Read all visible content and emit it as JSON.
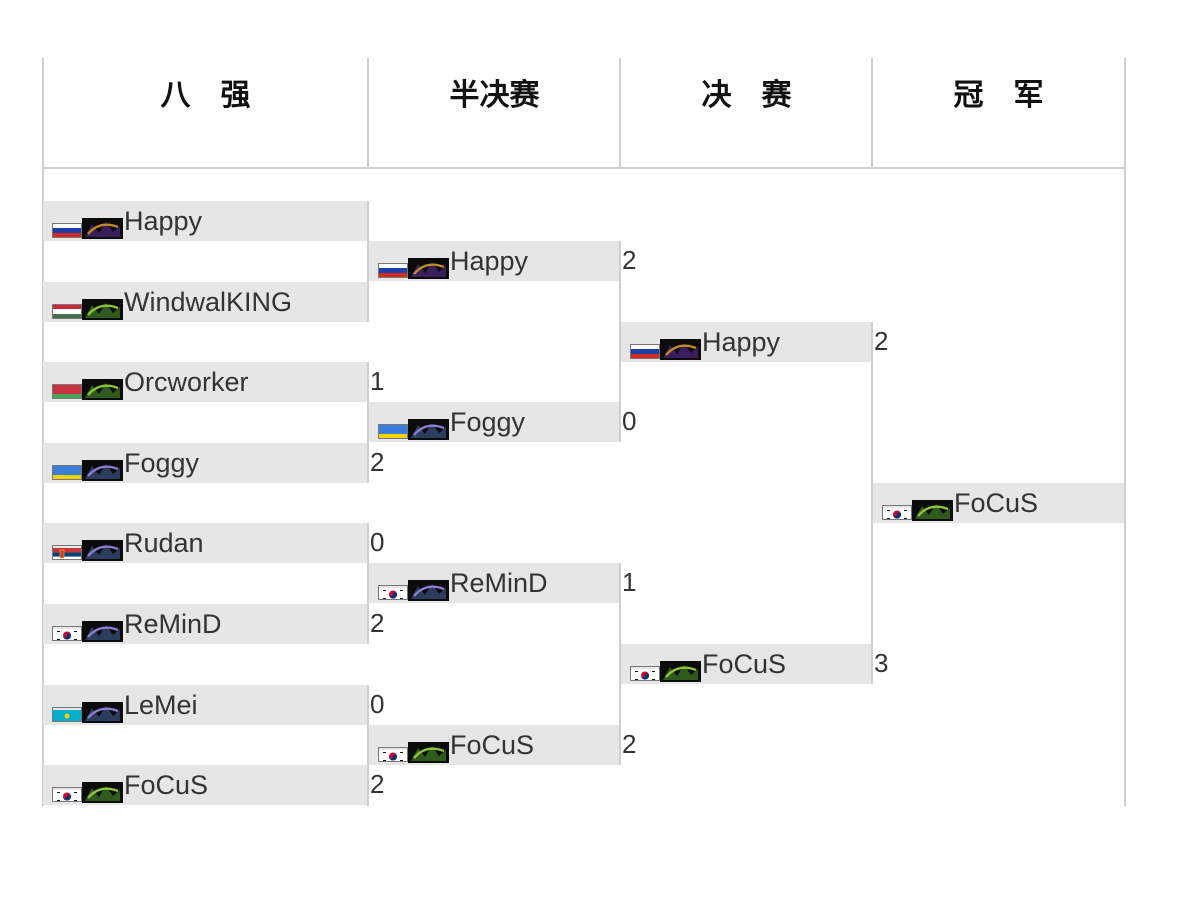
{
  "headers": {
    "round_of_8": "八　强",
    "semifinal": "半决赛",
    "final": "决　赛",
    "champion": "冠　军"
  },
  "round_of_8": [
    {
      "name": "Happy",
      "flag": "russia-flag",
      "race": "undead-icon",
      "score": ""
    },
    {
      "name": "WindwalKING",
      "flag": "hungary-flag",
      "race": "orc-icon",
      "score": ""
    },
    {
      "name": "Orcworker",
      "flag": "belarus-flag",
      "race": "orc-icon",
      "score": "1"
    },
    {
      "name": "Foggy",
      "flag": "ukraine-flag",
      "race": "night-elf-icon",
      "score": "2"
    },
    {
      "name": "Rudan",
      "flag": "serbia-flag",
      "race": "night-elf-icon",
      "score": "0"
    },
    {
      "name": "ReMinD",
      "flag": "south-korea-flag",
      "race": "night-elf-icon",
      "score": "2"
    },
    {
      "name": "LeMei",
      "flag": "kazakhstan-flag",
      "race": "night-elf-icon",
      "score": "0"
    },
    {
      "name": "FoCuS",
      "flag": "south-korea-flag",
      "race": "orc-icon",
      "score": "2"
    }
  ],
  "semifinal": [
    {
      "name": "Happy",
      "flag": "russia-flag",
      "race": "undead-icon",
      "score": "2"
    },
    {
      "name": "Foggy",
      "flag": "ukraine-flag",
      "race": "night-elf-icon",
      "score": "0"
    },
    {
      "name": "ReMinD",
      "flag": "south-korea-flag",
      "race": "night-elf-icon",
      "score": "1"
    },
    {
      "name": "FoCuS",
      "flag": "south-korea-flag",
      "race": "orc-icon",
      "score": "2"
    }
  ],
  "final": [
    {
      "name": "Happy",
      "flag": "russia-flag",
      "race": "undead-icon",
      "score": "2"
    },
    {
      "name": "FoCuS",
      "flag": "south-korea-flag",
      "race": "orc-icon",
      "score": "3"
    }
  ],
  "champion": {
    "name": "FoCuS",
    "flag": "south-korea-flag",
    "race": "orc-icon"
  },
  "colors": {
    "cell_bg": "#e6e6e6",
    "line": "#cfcfcf",
    "text": "#333333"
  }
}
